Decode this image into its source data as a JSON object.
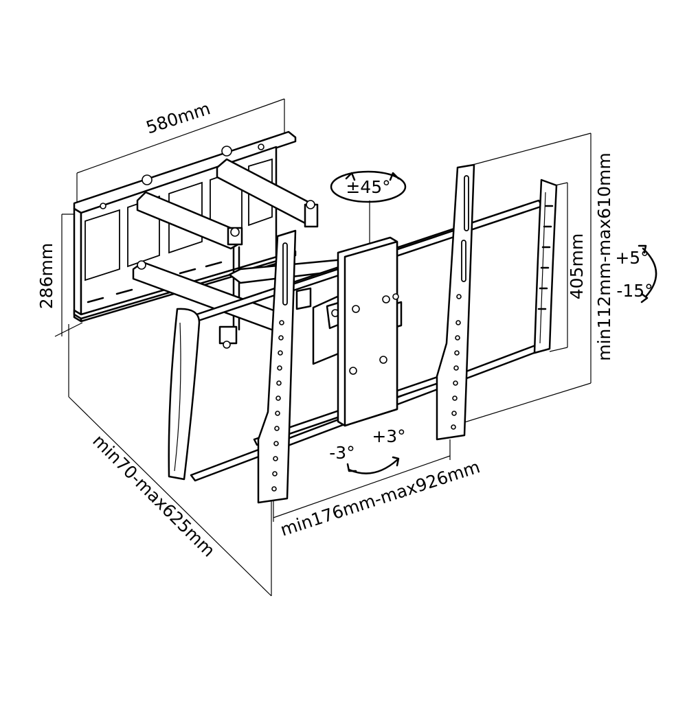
{
  "diagram": {
    "colors": {
      "line": "#000000",
      "background": "#ffffff"
    },
    "dimensions": {
      "wall_plate_width": "580mm",
      "wall_plate_height": "286mm",
      "extension_depth": "min70-max625mm",
      "vesa_horizontal": "min176mm-max926mm",
      "vesa_vertical_bracket": "405mm",
      "vesa_vertical_range": "min112mm-max610mm"
    },
    "angles": {
      "swivel": "±45°",
      "tilt_up": "+5°",
      "tilt_down": "-15°",
      "rotation_left": "-3°",
      "rotation_right": "+3°"
    }
  }
}
